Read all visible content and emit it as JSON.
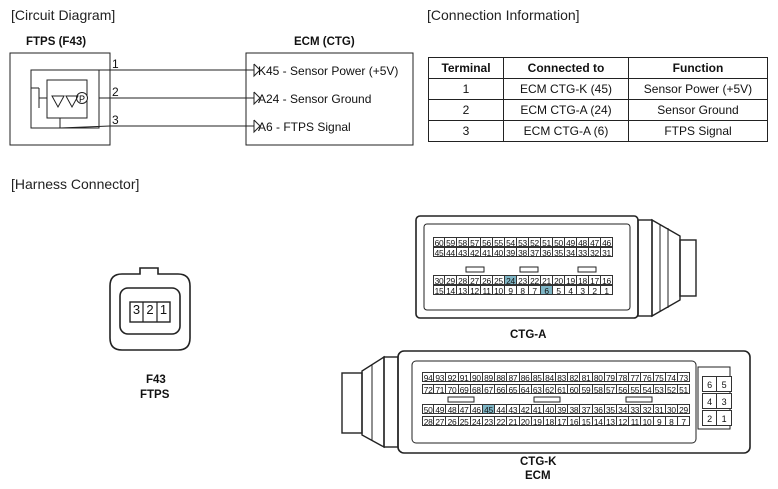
{
  "circuit": {
    "title": "[Circuit Diagram]",
    "ftps_label": "FTPS (F43)",
    "ecm_label": "ECM (CTG)",
    "sensor_symbol": "P",
    "wires": [
      {
        "terminal": "1",
        "ecm_pin": "K45 - Sensor Power (+5V)"
      },
      {
        "terminal": "2",
        "ecm_pin": "A24 - Sensor Ground"
      },
      {
        "terminal": "3",
        "ecm_pin": "A6 - FTPS Signal"
      }
    ]
  },
  "connection": {
    "title": "[Connection Information]",
    "headers": [
      "Terminal",
      "Connected to",
      "Function"
    ],
    "rows": [
      [
        "1",
        "ECM CTG-K (45)",
        "Sensor Power (+5V)"
      ],
      [
        "2",
        "ECM CTG-A (24)",
        "Sensor Ground"
      ],
      [
        "3",
        "ECM CTG-A (6)",
        "FTPS Signal"
      ]
    ]
  },
  "harness": {
    "title": "[Harness Connector]",
    "f43": {
      "pins": [
        "3",
        "2",
        "1"
      ],
      "label_line1": "F43",
      "label_line2": "FTPS"
    },
    "ctg_a": {
      "label": "CTG-A",
      "row1": [
        "60",
        "59",
        "58",
        "57",
        "56",
        "55",
        "54",
        "53",
        "52",
        "51",
        "50",
        "49",
        "48",
        "47",
        "46"
      ],
      "row2": [
        "45",
        "44",
        "43",
        "42",
        "41",
        "40",
        "39",
        "38",
        "37",
        "36",
        "35",
        "34",
        "33",
        "32",
        "31"
      ],
      "row3": [
        "30",
        "29",
        "28",
        "27",
        "26",
        "25",
        "24",
        "23",
        "22",
        "21",
        "20",
        "19",
        "18",
        "17",
        "16"
      ],
      "row4": [
        "15",
        "14",
        "13",
        "12",
        "11",
        "10",
        "9",
        "8",
        "7",
        "6",
        "5",
        "4",
        "3",
        "2",
        "1"
      ],
      "highlighted": [
        "24",
        "6"
      ]
    },
    "ctg_k": {
      "label_line1": "CTG-K",
      "label_line2": "ECM",
      "row1": [
        "94",
        "93",
        "92",
        "91",
        "90",
        "89",
        "88",
        "87",
        "86",
        "85",
        "84",
        "83",
        "82",
        "81",
        "80",
        "79",
        "78",
        "77",
        "76",
        "75",
        "74",
        "73"
      ],
      "row2": [
        "72",
        "71",
        "70",
        "69",
        "68",
        "67",
        "66",
        "65",
        "64",
        "63",
        "62",
        "61",
        "60",
        "59",
        "58",
        "57",
        "56",
        "55",
        "54",
        "53",
        "52",
        "51"
      ],
      "row3": [
        "50",
        "49",
        "48",
        "47",
        "46",
        "45",
        "44",
        "43",
        "42",
        "41",
        "40",
        "39",
        "38",
        "37",
        "36",
        "35",
        "34",
        "33",
        "32",
        "31",
        "30",
        "29"
      ],
      "row4": [
        "28",
        "27",
        "26",
        "25",
        "24",
        "23",
        "22",
        "21",
        "20",
        "19",
        "18",
        "17",
        "16",
        "15",
        "14",
        "13",
        "12",
        "11",
        "10",
        "9",
        "8",
        "7"
      ],
      "side": [
        [
          "6",
          "5"
        ],
        [
          "4",
          "3"
        ],
        [
          "2",
          "1"
        ]
      ],
      "highlighted": [
        "45"
      ]
    }
  }
}
